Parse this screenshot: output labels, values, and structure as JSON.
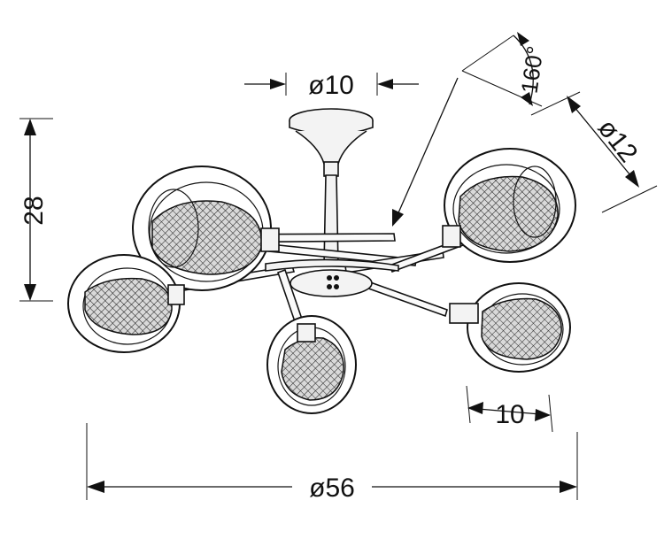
{
  "dimensions": {
    "canopy_diameter": "ø10",
    "height": "28",
    "angle": "160°",
    "globe_diameter": "ø12",
    "globe_depth": "10",
    "total_diameter": "ø56"
  }
}
